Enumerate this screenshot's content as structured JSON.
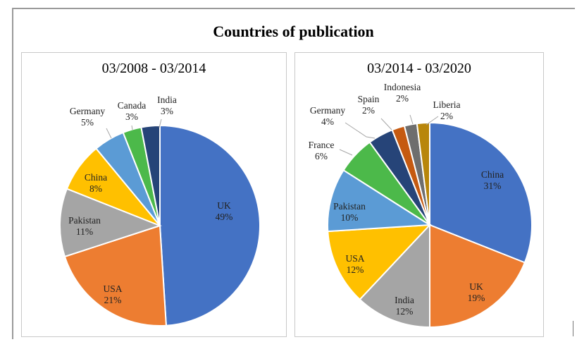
{
  "chart_data": [
    {
      "type": "pie",
      "title": "03/2008 - 03/2014",
      "slices": [
        {
          "label": "UK",
          "value": 49,
          "pct": "49%",
          "color": "#4472C4"
        },
        {
          "label": "USA",
          "value": 21,
          "pct": "21%",
          "color": "#ED7D31"
        },
        {
          "label": "Pakistan",
          "value": 11,
          "pct": "11%",
          "color": "#A5A5A5"
        },
        {
          "label": "China",
          "value": 8,
          "pct": "8%",
          "color": "#FFC000"
        },
        {
          "label": "Germany",
          "value": 5,
          "pct": "5%",
          "color": "#5B9BD5"
        },
        {
          "label": "Canada",
          "value": 3,
          "pct": "3%",
          "color": "#4CB94A"
        },
        {
          "label": "India",
          "value": 3,
          "pct": "3%",
          "color": "#264478"
        }
      ]
    },
    {
      "type": "pie",
      "title": "03/2014 - 03/2020",
      "slices": [
        {
          "label": "China",
          "value": 31,
          "pct": "31%",
          "color": "#4472C4"
        },
        {
          "label": "UK",
          "value": 19,
          "pct": "19%",
          "color": "#ED7D31"
        },
        {
          "label": "India",
          "value": 12,
          "pct": "12%",
          "color": "#A5A5A5"
        },
        {
          "label": "USA",
          "value": 12,
          "pct": "12%",
          "color": "#FFC000"
        },
        {
          "label": "Pakistan",
          "value": 10,
          "pct": "10%",
          "color": "#5B9BD5"
        },
        {
          "label": "France",
          "value": 6,
          "pct": "6%",
          "color": "#4CB94A"
        },
        {
          "label": "Germany",
          "value": 4,
          "pct": "4%",
          "color": "#264478"
        },
        {
          "label": "Spain",
          "value": 2,
          "pct": "2%",
          "color": "#C55A11"
        },
        {
          "label": "Indonesia",
          "value": 2,
          "pct": "2%",
          "color": "#6E6E6E"
        },
        {
          "label": "Liberia",
          "value": 2,
          "pct": "2%",
          "color": "#B8860B"
        }
      ]
    }
  ],
  "figure": {
    "title": "Countries of publication"
  }
}
